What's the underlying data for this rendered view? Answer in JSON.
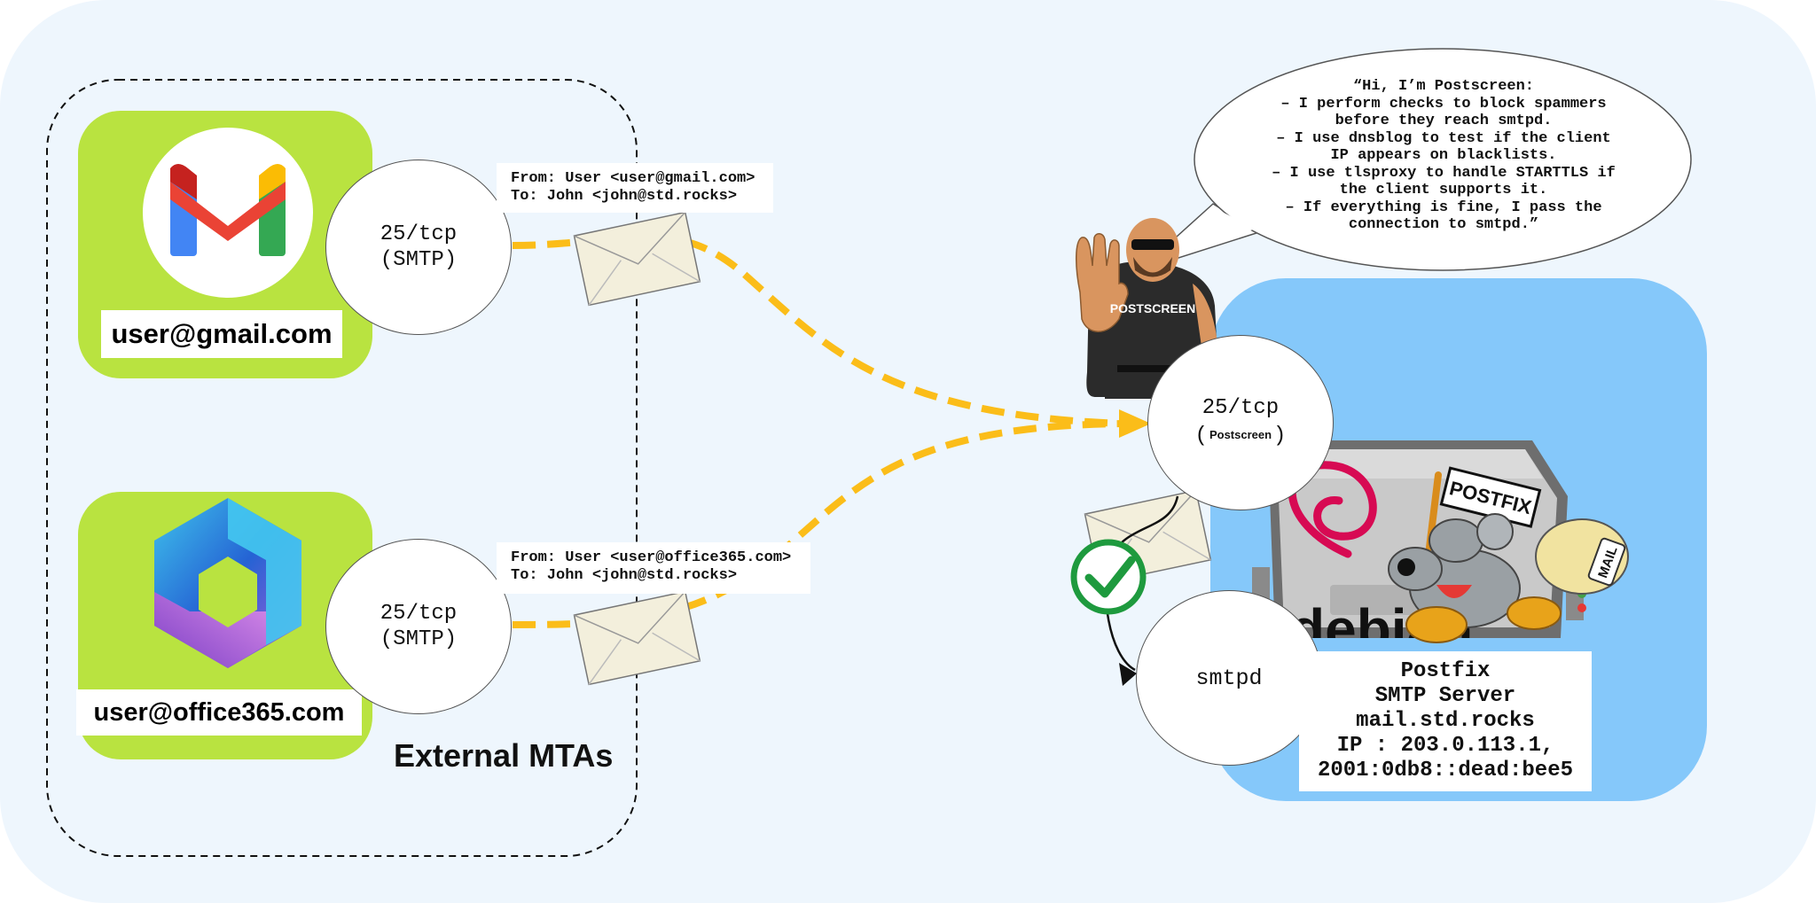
{
  "external": {
    "group_label": "External MTAs",
    "gmail": {
      "address": "user@gmail.com",
      "port_line1": "25/tcp",
      "port_line2": "(SMTP)",
      "header_from": "From: User <user@gmail.com>",
      "header_to": "To: John <john@std.rocks>"
    },
    "office": {
      "address": "user@office365.com",
      "port_line1": "25/tcp",
      "port_line2": "(SMTP)",
      "header_from": "From: User <user@office365.com>",
      "header_to": "To: John <john@std.rocks>"
    }
  },
  "postscreen": {
    "shirt_label": "POSTSCREEN",
    "port_line1": "25/tcp",
    "port_paren_open": "(",
    "port_name": "Postscreen",
    "port_paren_close": ")",
    "speech": "“Hi, I’m Postscreen:\n– I perform checks to block spammers\nbefore they reach smtpd.\n– I use dnsblog to test if the client\nIP appears on blacklists.\n– I use tlsproxy to handle STARTTLS if\nthe client supports it.\n– If everything is fine, I pass the\nconnection to smtpd.”"
  },
  "server": {
    "smtpd_label": "smtpd",
    "debian_text": "debian",
    "flag_text": "POSTFIX",
    "mail_bag_text": "MAIL",
    "info_line1": "Postfix",
    "info_line2": "SMTP Server",
    "info_line3": "mail.std.rocks",
    "info_line4": "IP : 203.0.113.1,",
    "info_line5": "2001:0db8::dead:bee5"
  },
  "colors": {
    "background": "#eef6fd",
    "mta_tile": "#b9e340",
    "server_panel": "#85c8fa",
    "flow": "#fbbd19",
    "check": "#1e9a3e",
    "envelope": "#f3efdc"
  }
}
